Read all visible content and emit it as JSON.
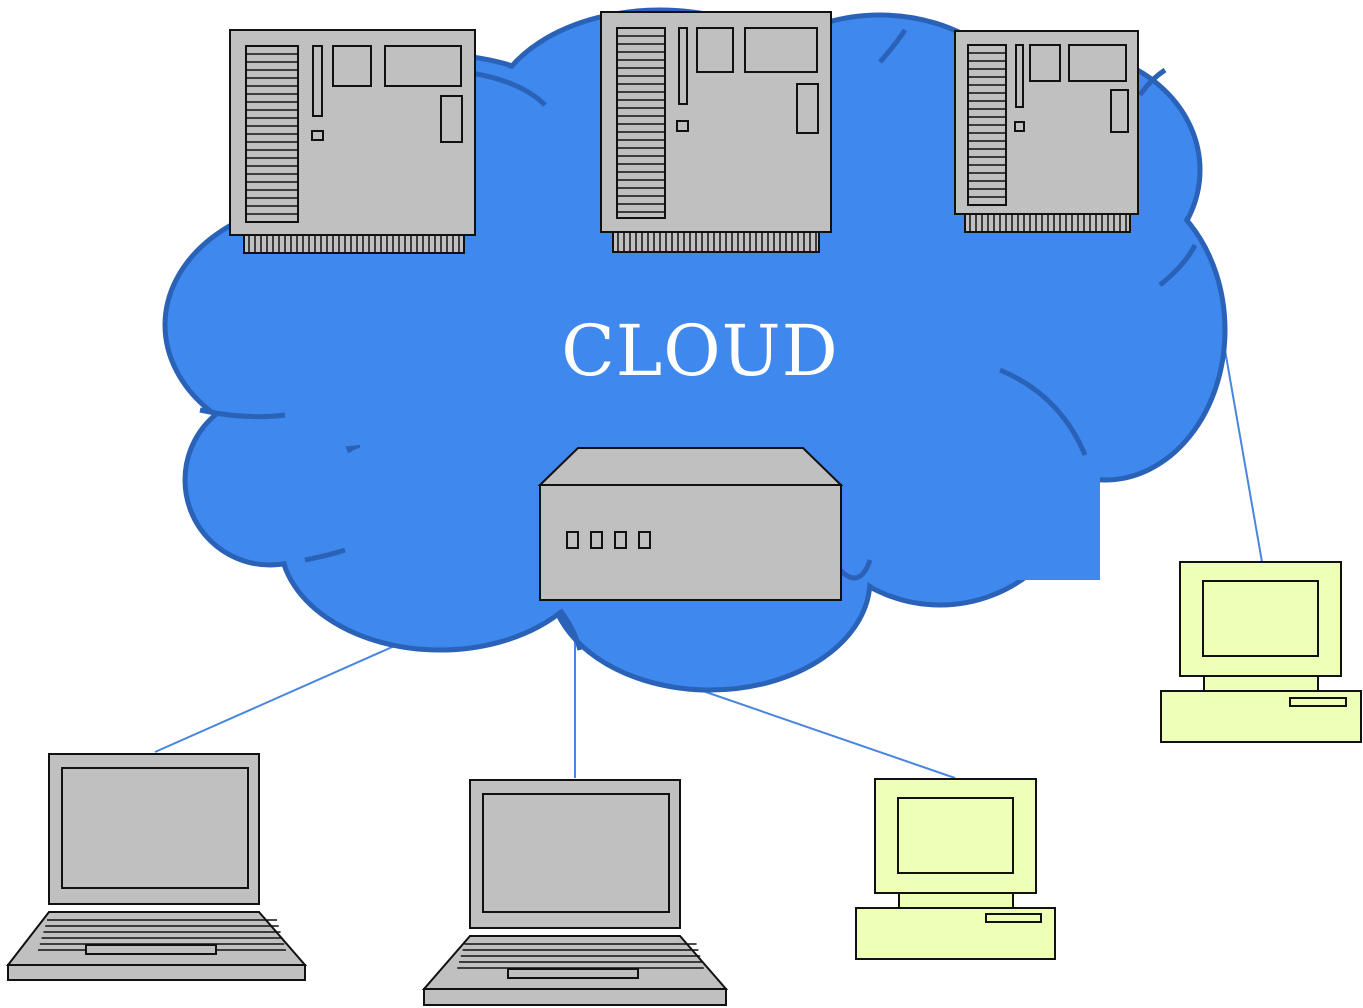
{
  "diagram": {
    "cloud_label": "CLOUD",
    "colors": {
      "cloud_fill": "#3f88ee",
      "cloud_stroke": "#2a62b8",
      "link_line": "#4a86e0",
      "device_gray": "#c0c0c0",
      "monitor_yellow": "#eeffb8",
      "outline": "#111111"
    },
    "servers": [
      {
        "name": "server-1",
        "icon": "server-board-icon"
      },
      {
        "name": "server-2",
        "icon": "server-board-icon"
      },
      {
        "name": "server-3",
        "icon": "server-board-icon"
      }
    ],
    "hub": {
      "name": "network-hub",
      "icon": "hub-icon",
      "ports": 4
    },
    "clients": [
      {
        "name": "laptop-left",
        "icon": "laptop-icon"
      },
      {
        "name": "laptop-center",
        "icon": "laptop-icon"
      },
      {
        "name": "desktop-center",
        "icon": "desktop-computer-icon"
      },
      {
        "name": "desktop-right",
        "icon": "desktop-computer-icon"
      }
    ]
  }
}
